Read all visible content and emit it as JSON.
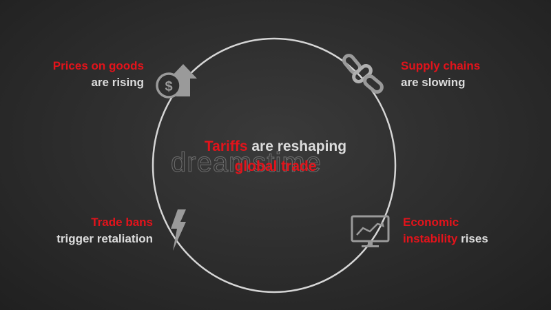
{
  "center": {
    "line1_red": "Tariffs",
    "line1_rest": " are reshaping",
    "line2_red": "global trade"
  },
  "nodes": [
    {
      "id": "prices",
      "title": "Prices on goods",
      "subtitle": "are rising",
      "icon": "dollar-up-arrow-icon"
    },
    {
      "id": "supply",
      "title": "Supply chains",
      "subtitle": "are slowing",
      "icon": "chain-link-icon"
    },
    {
      "id": "economic",
      "title": "Economic",
      "title2": "instability",
      "subtitle": "rises",
      "icon": "chart-monitor-icon"
    },
    {
      "id": "trade",
      "title": "Trade bans",
      "subtitle": "trigger retaliation",
      "icon": "lightning-bolt-icon"
    }
  ],
  "watermark": "dreamstime",
  "colors": {
    "accent": "#e3131b",
    "text": "#dcdcdc",
    "icon": "#9a9a9a",
    "ring": "#d6d6d6",
    "background": "#2c2c2c"
  }
}
